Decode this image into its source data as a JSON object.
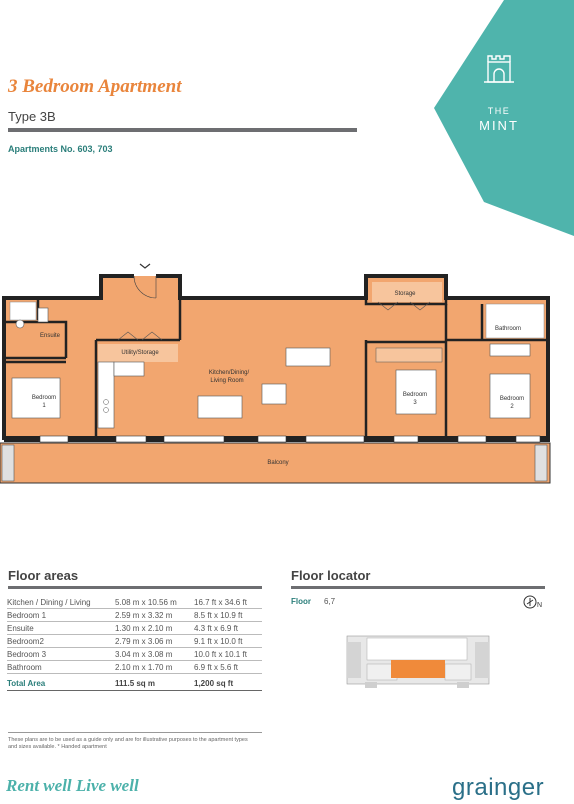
{
  "header": {
    "title": "3 Bedroom Apartment",
    "type": "Type 3B",
    "apartments": "Apartments No. 603, 703"
  },
  "logo": {
    "line1": "THE",
    "line2": "MINT",
    "icon": "castle-icon",
    "color": "#4fb4ac"
  },
  "plan": {
    "storage": "Storage",
    "ensuite": "Ensuite",
    "utility": "Utility/Storage",
    "kitchen_l1": "Kitchen/Dining/",
    "kitchen_l2": "Living Room",
    "bedroom1_l1": "Bedroom",
    "bedroom1_l2": "1",
    "bedroom3_l1": "Bedroom",
    "bedroom3_l2": "3",
    "bedroom2_l1": "Bedroom",
    "bedroom2_l2": "2",
    "bathroom": "Bathroom",
    "balcony": "Balcony",
    "floor_color": "#f2a66f"
  },
  "floor_areas": {
    "heading": "Floor areas",
    "rows": [
      {
        "room": "Kitchen / Dining / Living",
        "metric": "5.08 m x 10.56 m",
        "imperial": "16.7 ft x 34.6 ft"
      },
      {
        "room": "Bedroom 1",
        "metric": "2.59 m x 3.32 m",
        "imperial": "8.5 ft x 10.9 ft"
      },
      {
        "room": "Ensuite",
        "metric": "1.30 m x 2.10 m",
        "imperial": "4.3 ft x 6.9 ft"
      },
      {
        "room": "Bedroom2",
        "metric": "2.79 m x 3.06 m",
        "imperial": "9.1 ft x 10.0 ft"
      },
      {
        "room": "Bedroom 3",
        "metric": "3.04 m x 3.08 m",
        "imperial": "10.0 ft x 10.1 ft"
      },
      {
        "room": "Bathroom",
        "metric": "2.10 m x 1.70 m",
        "imperial": "6.9 ft x 5.6 ft"
      }
    ],
    "total": {
      "room": "Total Area",
      "metric": "111.5 sq m",
      "imperial": "1,200 sq ft"
    }
  },
  "floor_locator": {
    "heading": "Floor locator",
    "floor_label": "Floor",
    "floor_value": "6,7",
    "compass_icon": "compass-icon"
  },
  "disclaimer": "These plans are to be used as a guide only and are for illustrative purposes to the apartment types and sizes available. * Handed apartment",
  "footer": {
    "tagline": "Rent well Live well",
    "brand": "grainger"
  }
}
